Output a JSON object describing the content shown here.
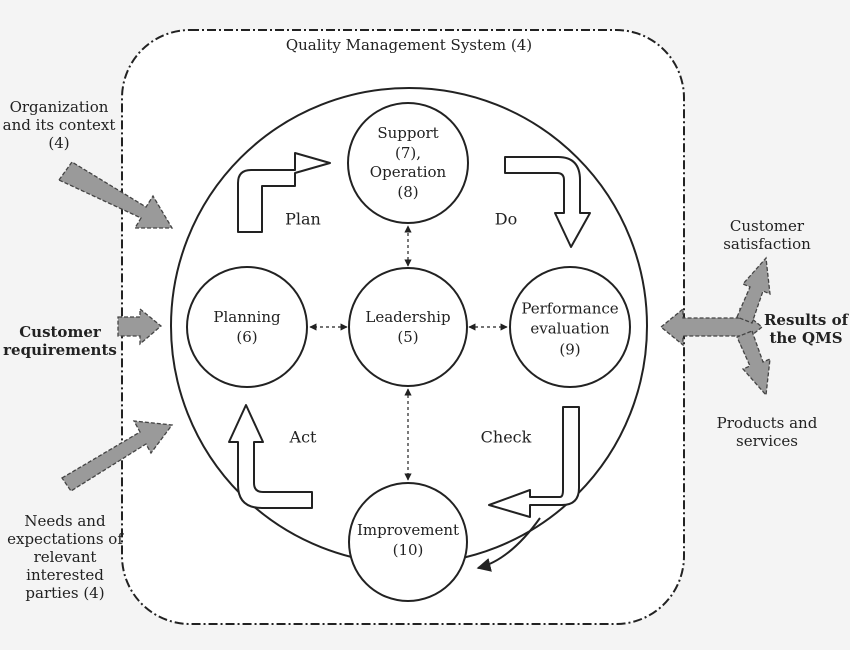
{
  "qms_title": "Quality Management System (4)",
  "nodes": {
    "support": [
      "Support",
      "(7),",
      "Operation",
      "(8)"
    ],
    "planning": [
      "Planning",
      "(6)"
    ],
    "leadership": [
      "Leadership",
      "(5)"
    ],
    "performance": [
      "Performance",
      "evaluation",
      "(9)"
    ],
    "improvement": [
      "Improvement",
      "(10)"
    ]
  },
  "cycle": {
    "plan": "Plan",
    "do": "Do",
    "check": "Check",
    "act": "Act"
  },
  "inputs": {
    "organization": [
      "Organization",
      "and its context",
      "(4)"
    ],
    "customer_requirements": [
      "Customer",
      "requirements"
    ],
    "needs": [
      "Needs and",
      "expectations of",
      "relevant",
      "interested",
      "parties (4)"
    ]
  },
  "outputs": {
    "satisfaction": [
      "Customer",
      "satisfaction"
    ],
    "results": [
      "Results of",
      "the QMS"
    ],
    "products": [
      "Products and",
      "services"
    ]
  }
}
